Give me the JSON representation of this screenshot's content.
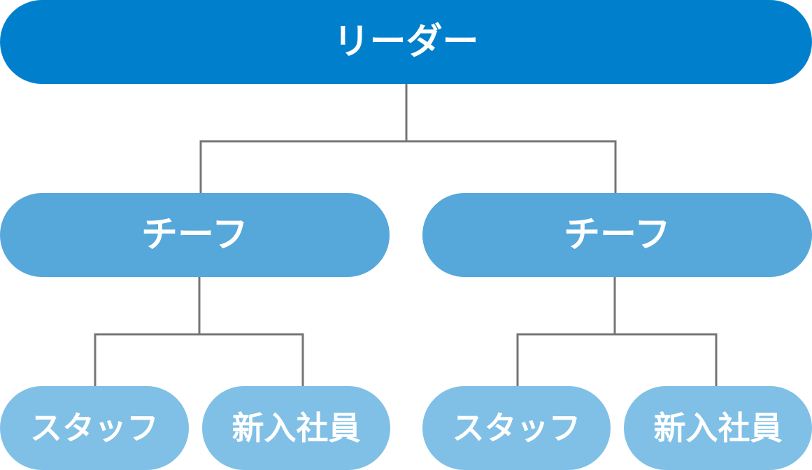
{
  "diagram": {
    "root": {
      "label": "リーダー",
      "color": "#0080cc"
    },
    "chiefs": [
      {
        "label": "チーフ",
        "color": "#56a7da",
        "members": [
          {
            "label": "スタッフ",
            "color": "#80c0e6"
          },
          {
            "label": "新入社員",
            "color": "#80c0e6"
          }
        ]
      },
      {
        "label": "チーフ",
        "color": "#56a7da",
        "members": [
          {
            "label": "スタッフ",
            "color": "#80c0e6"
          },
          {
            "label": "新入社員",
            "color": "#80c0e6"
          }
        ]
      }
    ],
    "connector_color": "#757575"
  }
}
